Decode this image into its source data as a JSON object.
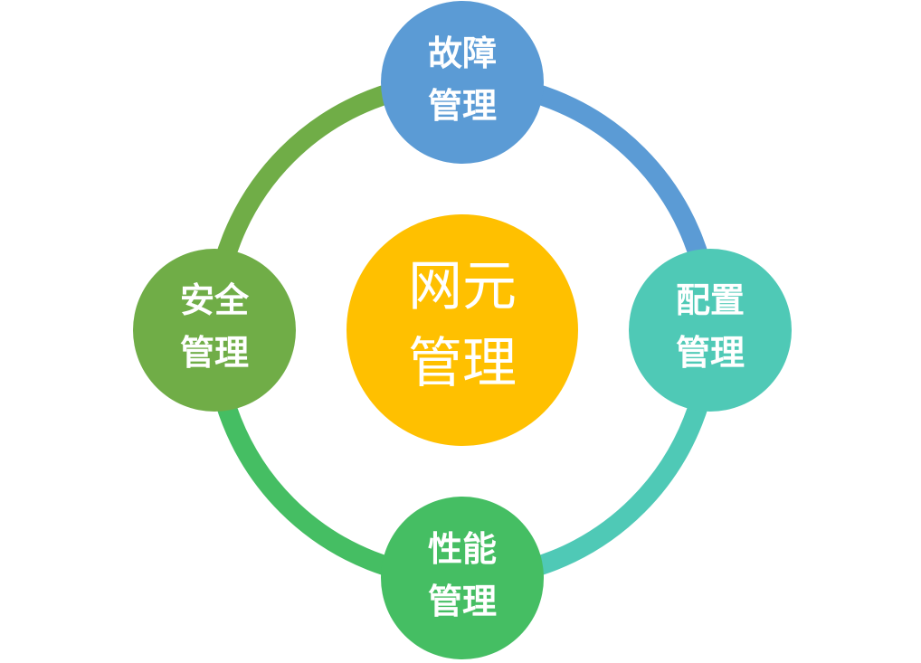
{
  "center": {
    "line1": "网元",
    "line2": "管理",
    "color": "#FFC000"
  },
  "nodes": {
    "top": {
      "line1": "故障",
      "line2": "管理",
      "color": "#5B9BD5"
    },
    "right": {
      "line1": "配置",
      "line2": "管理",
      "color": "#4FC9B6"
    },
    "bottom": {
      "line1": "性能",
      "line2": "管理",
      "color": "#45BE63"
    },
    "left": {
      "line1": "安全",
      "line2": "管理",
      "color": "#70AD47"
    }
  },
  "ring_colors": {
    "top_right": "#5B9BD5",
    "right_bottom": "#4FC9B6",
    "bottom_left": "#45BE63",
    "left_top": "#70AD47"
  }
}
